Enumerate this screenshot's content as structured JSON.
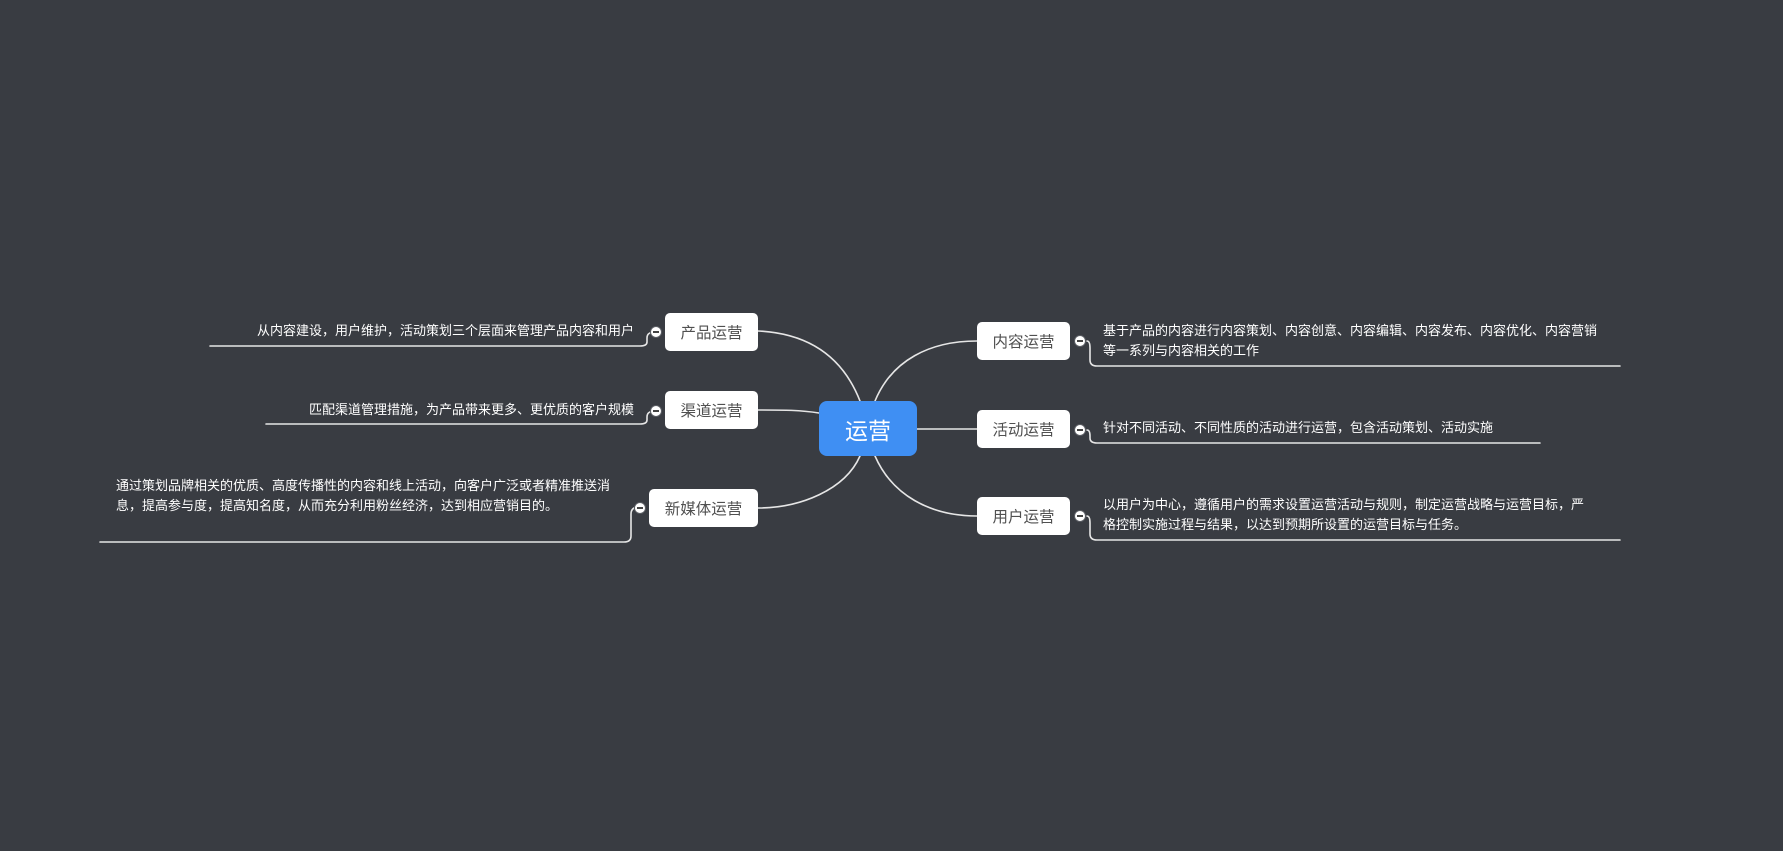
{
  "root": {
    "label": "运营"
  },
  "branches": {
    "product": {
      "label": "产品运营",
      "note": "从内容建设，用户维护，活动策划三个层面来管理产品内容和用户"
    },
    "channel": {
      "label": "渠道运营",
      "note": "匹配渠道管理措施，为产品带来更多、更优质的客户规模"
    },
    "newmedia": {
      "label": "新媒体运营",
      "note": "通过策划品牌相关的优质、高度传播性的内容和线上活动，向客户广泛或者精准推送消息，提高参与度，提高知名度，从而充分利用粉丝经济，达到相应营销目的。"
    },
    "content": {
      "label": "内容运营",
      "note": "基于产品的内容进行内容策划、内容创意、内容编辑、内容发布、内容优化、内容营销等一系列与内容相关的工作"
    },
    "activity": {
      "label": "活动运营",
      "note": "针对不同活动、不同性质的活动进行运营，包含活动策划、活动实施"
    },
    "user": {
      "label": "用户运营",
      "note": "以用户为中心，遵循用户的需求设置运营活动与规则，制定运营战略与运营目标，严格控制实施过程与结果，以达到预期所设置的运营目标与任务。"
    }
  },
  "colors": {
    "background": "#393c42",
    "root": "#3f8ff3",
    "topic": "#ffffff",
    "line": "#e6e6e6"
  }
}
